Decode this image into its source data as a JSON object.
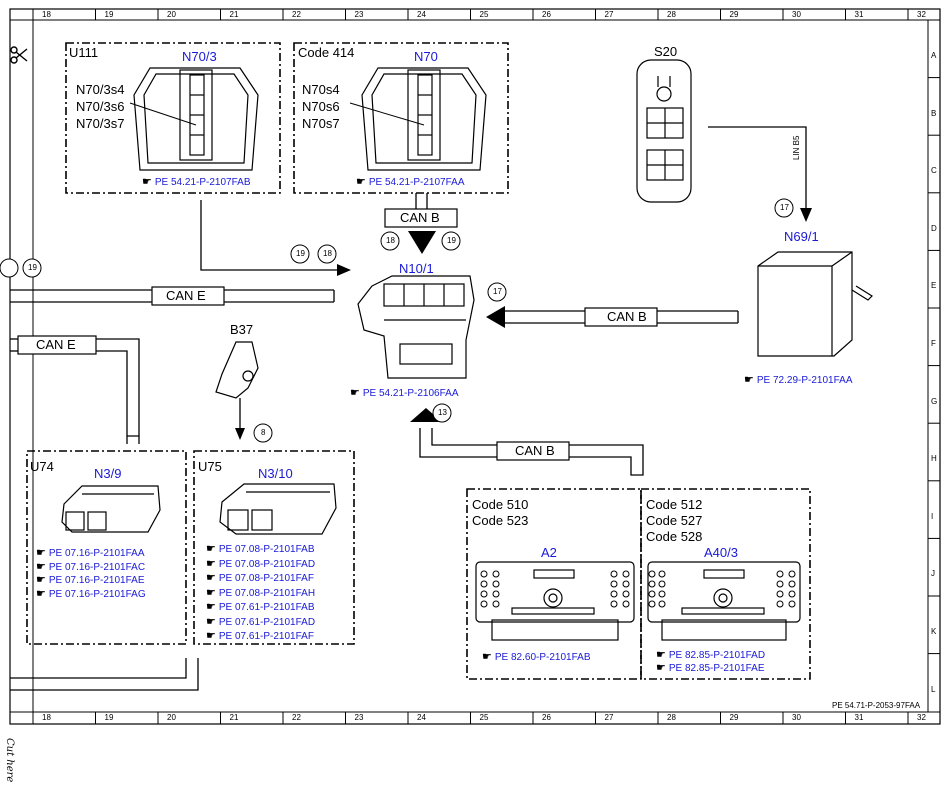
{
  "ruler": {
    "top": [
      "18",
      "19",
      "20",
      "21",
      "22",
      "23",
      "24",
      "25",
      "26",
      "27",
      "28",
      "29",
      "30",
      "31",
      "32"
    ],
    "bottom": [
      "18",
      "19",
      "20",
      "21",
      "22",
      "23",
      "24",
      "25",
      "26",
      "27",
      "28",
      "29",
      "30",
      "31",
      "32"
    ],
    "right": [
      "A",
      "B",
      "C",
      "D",
      "E",
      "F",
      "G",
      "H",
      "I",
      "J",
      "K",
      "L"
    ]
  },
  "boxes": {
    "u111": {
      "code": "U111",
      "name": "N70/3",
      "parts": [
        "N70/3s4",
        "N70/3s6",
        "N70/3s7"
      ],
      "ref": "PE 54.21-P-2107FAB"
    },
    "code414": {
      "code": "Code 414",
      "name": "N70",
      "parts": [
        "N70s4",
        "N70s6",
        "N70s7"
      ],
      "ref": "PE 54.21-P-2107FAA"
    },
    "u74": {
      "code": "U74",
      "name": "N3/9",
      "refs": [
        "PE 07.16-P-2101FAA",
        "PE 07.16-P-2101FAC",
        "PE 07.16-P-2101FAE",
        "PE 07.16-P-2101FAG"
      ]
    },
    "u75": {
      "code": "U75",
      "name": "N3/10",
      "refs": [
        "PE 07.08-P-2101FAB",
        "PE 07.08-P-2101FAD",
        "PE 07.08-P-2101FAF",
        "PE 07.08-P-2101FAH",
        "PE 07.61-P-2101FAB",
        "PE 07.61-P-2101FAD",
        "PE 07.61-P-2101FAF"
      ]
    },
    "a2": {
      "codes": [
        "Code 510",
        "Code 523"
      ],
      "name": "A2",
      "ref": "PE 82.60-P-2101FAB"
    },
    "a40": {
      "codes": [
        "Code 512",
        "Code 527",
        "Code 528"
      ],
      "name": "A40/3",
      "refs": [
        "PE 82.85-P-2101FAD",
        "PE 82.85-P-2101FAE"
      ]
    }
  },
  "components": {
    "s20": {
      "name": "S20"
    },
    "n69": {
      "name": "N69/1",
      "ref": "PE 72.29-P-2101FAA"
    },
    "n10": {
      "name": "N10/1",
      "ref": "PE 54.21-P-2106FAA"
    },
    "b37": {
      "name": "B37"
    }
  },
  "buses": {
    "can_b_top": "CAN B",
    "can_e_left": "CAN E",
    "can_e_lower": "CAN E",
    "can_b_right": "CAN B",
    "can_b_bottom": "CAN B",
    "lin": "LIN B5"
  },
  "markers": {
    "m19a": "19",
    "m18a": "18",
    "m18b": "18",
    "m19b": "19",
    "m19c": "19",
    "m17a": "17",
    "m17b": "17",
    "m8": "8",
    "m13": "13"
  },
  "doc_id": "PE 54.71-P-2053-97FAA",
  "cut_here": "Cut here",
  "icons": {
    "scissors": "scissors-icon",
    "pointer": "pointing-hand-icon"
  },
  "colors": {
    "line": "#000000",
    "label_blue": "#1a1ad6"
  }
}
